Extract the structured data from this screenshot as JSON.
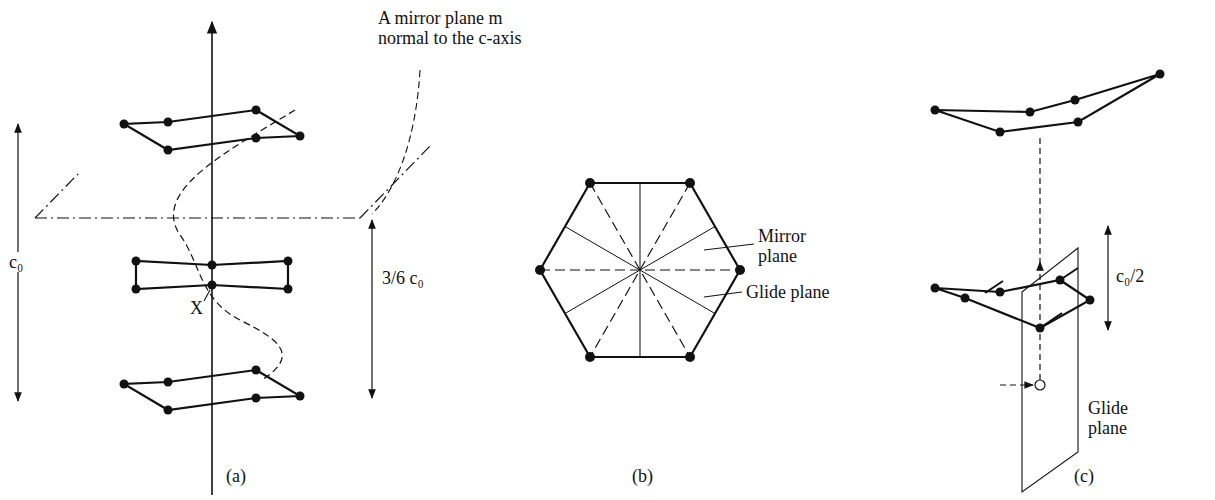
{
  "diagram": {
    "labels": [
      "A mirror plane m normal to the c-axis",
      "c₀",
      "X",
      "3/6 c₀",
      "(a)",
      "Mirror plane",
      "Glide plane",
      "(b)",
      "c₀/2",
      "Glide plane",
      "(c)"
    ]
  }
}
